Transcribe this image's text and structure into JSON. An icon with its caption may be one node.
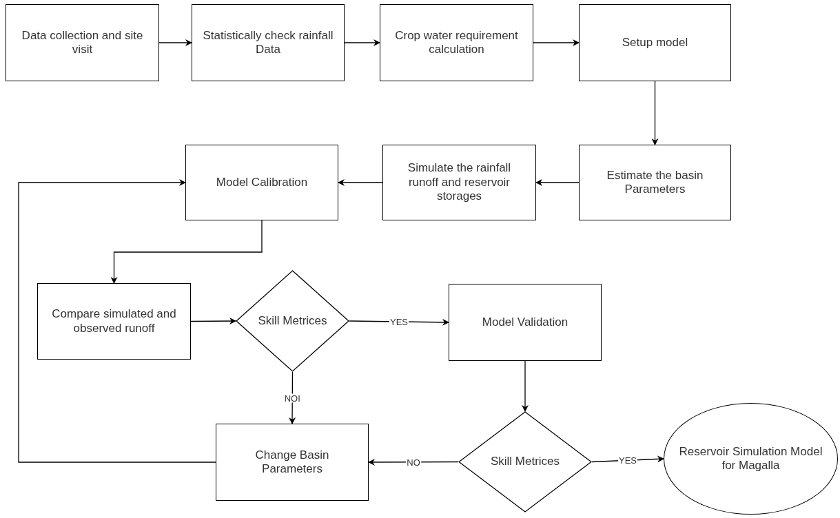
{
  "diagram": {
    "nodes": [
      {
        "text": [
          "Data collection and site visit"
        ]
      },
      {
        "text": [
          "Statistically check rainfall Data"
        ]
      },
      {
        "text": [
          "Crop water requirement calculation"
        ]
      },
      {
        "text": [
          "Setup model"
        ]
      },
      {
        "text": [
          "Estimate the basin Parameters"
        ]
      },
      {
        "text": [
          "Simulate the rainfall runoff and reservoir storages"
        ]
      },
      {
        "text": [
          "Model Calibration"
        ]
      },
      {
        "text": [
          "Compare simulated and observed runoff"
        ]
      },
      {
        "text": [
          "Skill Metrices"
        ]
      },
      {
        "text": [
          "Model Validation"
        ]
      },
      {
        "text": [
          "Skill Metrices"
        ]
      },
      {
        "text": [
          "Change Basin Parameters"
        ]
      },
      {
        "text": [
          "Reservoir Simulation Model for Magalla"
        ]
      }
    ],
    "edges": [
      {
        "from": 0,
        "to": 1,
        "arrow": "to"
      },
      {
        "from": 1,
        "to": 2,
        "arrow": "to"
      },
      {
        "from": 2,
        "to": 3,
        "arrow": "to"
      },
      {
        "from": 3,
        "to": 4,
        "arrow": "to"
      },
      {
        "from": 4,
        "to": 5,
        "arrow": "to"
      },
      {
        "from": 5,
        "to": 6,
        "arrow": "to"
      },
      {
        "from": 6,
        "to": 7,
        "arrow": "to"
      },
      {
        "from": 7,
        "to": 8,
        "arrow": "to"
      },
      {
        "from": 8,
        "to": 9,
        "arrow": "to",
        "label": "YES"
      },
      {
        "from": 8,
        "to": 11,
        "arrow": "to",
        "label": "NOI"
      },
      {
        "from": 9,
        "to": 10,
        "arrow": "to"
      },
      {
        "from": 10,
        "to": 11,
        "arrow": "to",
        "label": "NO"
      },
      {
        "from": 10,
        "to": 12,
        "arrow": "to",
        "label": "YES"
      },
      {
        "from": 11,
        "to": 6,
        "arrow": "to"
      }
    ]
  }
}
